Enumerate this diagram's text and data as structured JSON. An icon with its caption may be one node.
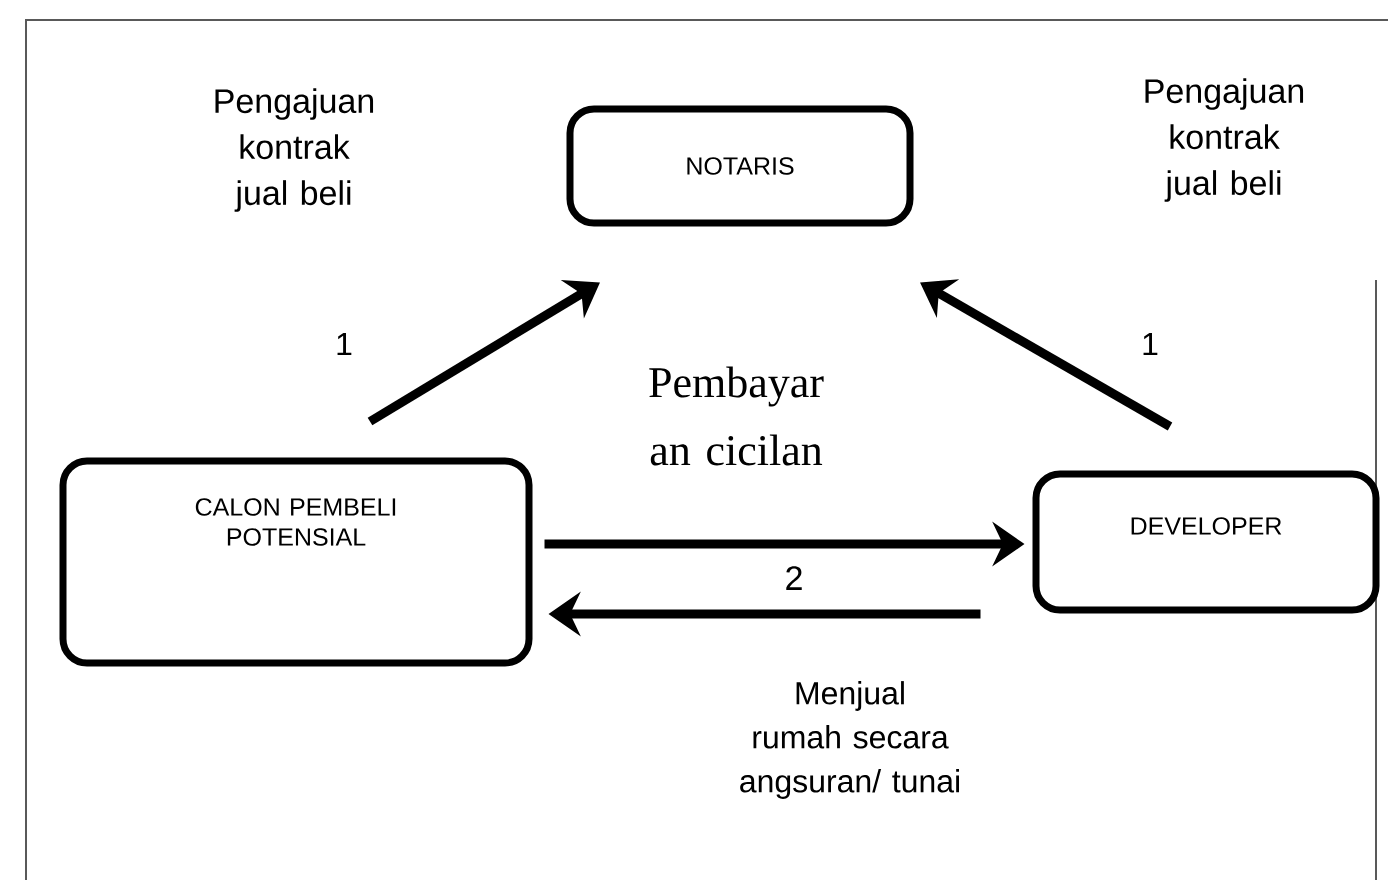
{
  "diagram": {
    "nodes": [
      {
        "text": [
          "NOTARIS"
        ]
      },
      {
        "text": [
          "CALON PEMBELI POTENSIAL"
        ]
      },
      {
        "text": [
          "DEVELOPER"
        ]
      }
    ],
    "edges": [
      {
        "from": 1,
        "to": 0,
        "arrow": "to",
        "label": "1"
      },
      {
        "from": 2,
        "to": 0,
        "arrow": "to",
        "label": "1"
      },
      {
        "from": 1,
        "to": 2,
        "arrow": "to",
        "label": "Pembayar an cicilan"
      },
      {
        "from": 2,
        "to": 1,
        "arrow": "to",
        "label": "Menjual rumah secara angsuran/ tunai"
      }
    ],
    "labels": [
      "Pengajuan kontrak jual beli",
      "Pengajuan kontrak jual beli",
      "2"
    ]
  }
}
